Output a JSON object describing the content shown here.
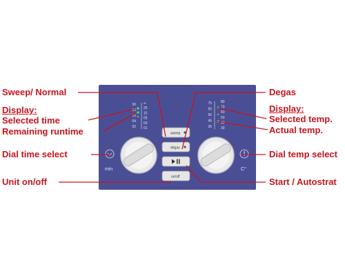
{
  "labels": {
    "sweep_normal": "Sweep/ Normal",
    "display_left_heading": "Display:",
    "selected_time": "Selected time",
    "remaining_runtime": "Remaining runtime",
    "dial_time_select": "Dial time select",
    "unit_on_off": "Unit on/off",
    "degas": "Degas",
    "display_right_heading": "Display:",
    "selected_temp": "Selected temp.",
    "actual_temp": "Actual temp.",
    "dial_temp_select": "Dial temp select",
    "start_autostart": "Start / Autostrat"
  },
  "panel": {
    "time_scale_left": [
      "30",
      "20",
      "10",
      "04",
      "02"
    ],
    "time_scale_right": [
      "∞",
      "25",
      "15",
      "05",
      "03",
      "01"
    ],
    "temp_scale_left": [
      "75",
      "65",
      "55",
      "45",
      "35"
    ],
    "temp_scale_right": [
      "80",
      "70",
      "60",
      "50",
      "40",
      "30"
    ],
    "min_label": "min",
    "celsius_label": "C°",
    "sweep_button": "sweep",
    "degas_button": "degas",
    "on_off_button": "on/off"
  },
  "colors": {
    "label_red": "#c8141e",
    "panel_blue": "#4a4f95",
    "led_green": "#3be06a"
  }
}
